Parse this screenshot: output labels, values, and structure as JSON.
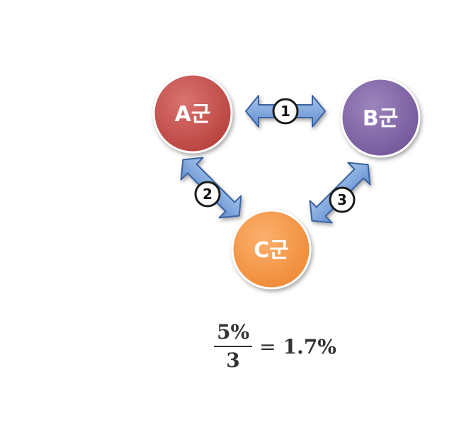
{
  "nodes": {
    "a": {
      "label": "A군",
      "color": "#c0504d"
    },
    "b": {
      "label": "B군",
      "color": "#8064a2"
    },
    "c": {
      "label": "C군",
      "color": "#f79646"
    }
  },
  "connections": [
    {
      "id": "1",
      "from": "A군",
      "to": "B군"
    },
    {
      "id": "2",
      "from": "A군",
      "to": "C군"
    },
    {
      "id": "3",
      "from": "B군",
      "to": "C군"
    }
  ],
  "arrow_color": "#6f9bd8",
  "formula": {
    "numerator": "5%",
    "denominator": "3",
    "equals": "=",
    "result": "1.7%"
  }
}
